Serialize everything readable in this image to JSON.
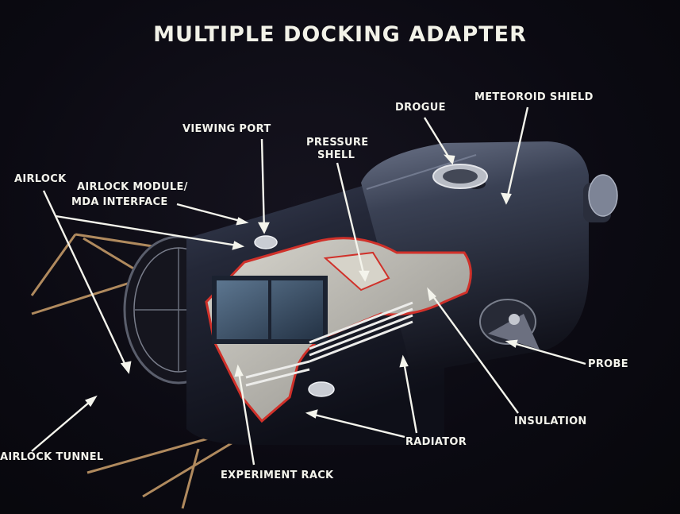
{
  "title": "MULTIPLE DOCKING ADAPTER",
  "labels": {
    "drogue": "DROGUE",
    "meteoroid_shield": "METEOROID SHIELD",
    "viewing_port": "VIEWING PORT",
    "pressure_shell_1": "PRESSURE",
    "pressure_shell_2": "SHELL",
    "airlock": "AIRLOCK",
    "airlock_module_1": "AIRLOCK MODULE/",
    "airlock_module_2": "MDA INTERFACE",
    "probe": "PROBE",
    "insulation": "INSULATION",
    "radiator": "RADIATOR",
    "airlock_tunnel": "AIRLOCK TUNNEL",
    "experiment_rack": "EXPERIMENT RACK"
  },
  "colors": {
    "background": "#0b0a12",
    "hull": "#1c2030",
    "hull_highlight": "#4a5268",
    "cutaway_edge": "#d0312a",
    "interior": "#b8b6b0",
    "window": "#3a4e66",
    "label": "#f4f4ec"
  }
}
